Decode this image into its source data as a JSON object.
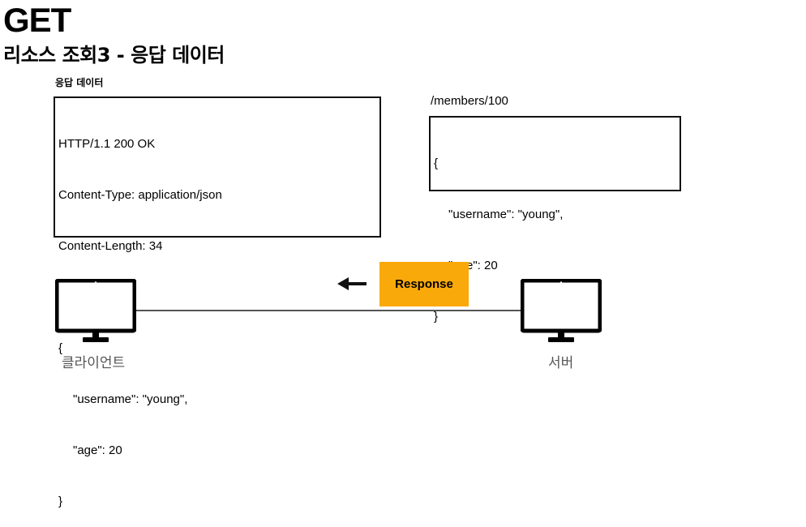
{
  "slide": {
    "title": "GET",
    "subtitle": "리소스 조회3 - 응답 데이터"
  },
  "response_message": {
    "label": "응답 데이터",
    "lines": [
      "HTTP/1.1 200 OK",
      "Content-Type: application/json",
      "Content-Length: 34",
      "",
      "{",
      "\"username\": \"young\",",
      "\"age\": 20",
      "}"
    ]
  },
  "resource": {
    "label": "/members/100",
    "lines": [
      "{",
      "\"username\": \"young\",",
      "\"age\": 20",
      "}"
    ]
  },
  "flow": {
    "message_label": "Response",
    "message_color": "#f9a90a",
    "direction": "server-to-client"
  },
  "nodes": {
    "client_label": "클라이언트",
    "server_label": "서버",
    "client_icon": "monitor-icon",
    "server_icon": "monitor-icon"
  }
}
